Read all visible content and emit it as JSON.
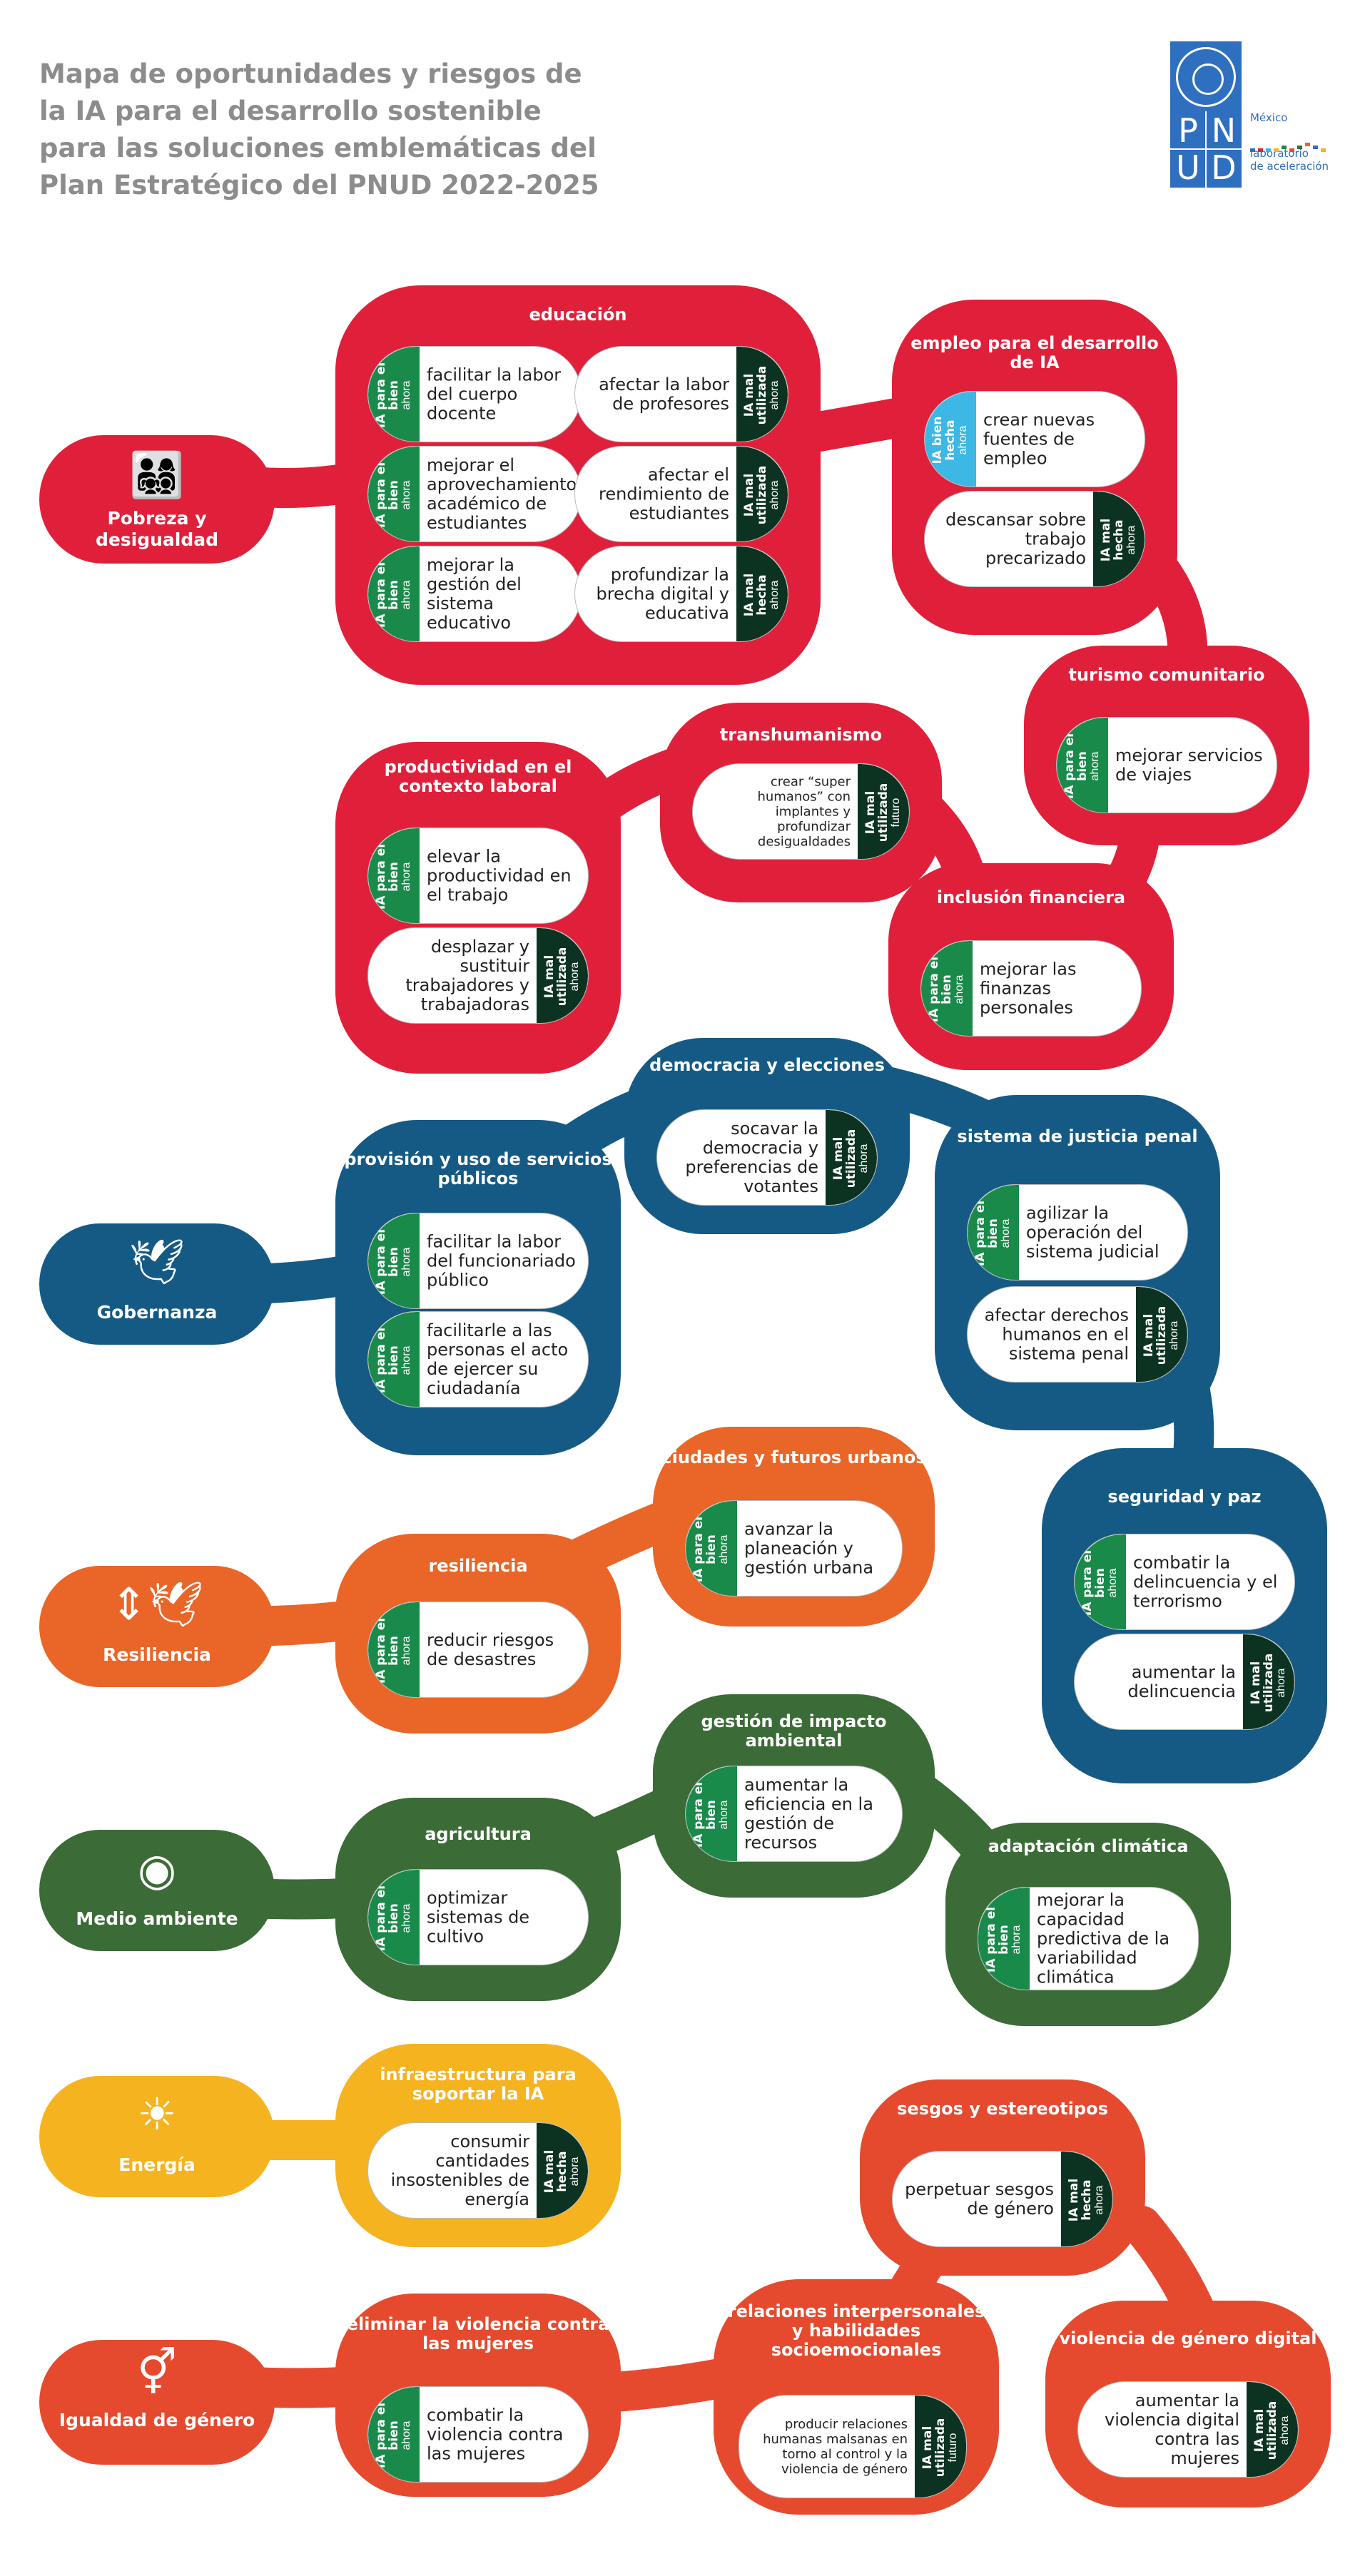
{
  "title": [
    "Mapa de oportunidades y riesgos de",
    "la IA para el desarrollo sostenible",
    "para las soluciones emblemáticas del",
    "Plan Estratégico del PNUD 2022-2025"
  ],
  "logo": {
    "letters": [
      "P",
      "N",
      "U",
      "D"
    ],
    "country": "México",
    "lab": [
      "laboratorio",
      "de aceleración"
    ]
  },
  "colors": {
    "pobreza": "#e0203a",
    "gobernanza": "#155a85",
    "resiliencia": "#e96528",
    "medio": "#3b6b36",
    "energia": "#f6b320",
    "genero": "#e64a2e",
    "good": "#1a8a4a",
    "goodLight": "#3db7e4",
    "bad": "#0c3321"
  },
  "sdgs": {
    "pobreza": {
      "label": "Pobreza y desigualdad",
      "icon": "family-icon"
    },
    "gobernanza": {
      "label": "Gobernanza",
      "icon": "dove-gavel-icon"
    },
    "resiliencia": {
      "label": "Resiliencia",
      "icon": "arrows-dove-icon"
    },
    "medio": {
      "label": "Medio ambiente",
      "icon": "eye-globe-icon"
    },
    "energia": {
      "label": "Energía",
      "icon": "sun-power-icon"
    },
    "genero": {
      "label": "Igualdad de género",
      "icon": "gender-icon"
    }
  },
  "tags": {
    "good": {
      "a": "IA para el bien",
      "b": "ahora"
    },
    "wellDone": {
      "a": "IA bien hecha",
      "b": "ahora"
    },
    "misusedNow": {
      "a": "IA mal utilizada",
      "b": "ahora"
    },
    "misusedFuture": {
      "a": "IA mal utilizada",
      "b": "futuro"
    },
    "badlyDone": {
      "a": "IA mal hecha",
      "b": "ahora"
    }
  },
  "nodes": {
    "educacion": {
      "title": "educación",
      "items": [
        "facilitar la labor del cuerpo docente",
        "afectar la labor de profesores",
        "mejorar el aprovechamiento académico de estudiantes",
        "afectar el rendimiento de estudiantes",
        "mejorar la gestión del sistema educativo",
        "profundizar la brecha digital y educativa"
      ]
    },
    "empleo": {
      "title": "empleo para el desarrollo de IA",
      "items": [
        "crear nuevas fuentes de empleo",
        "descansar sobre trabajo precarizado"
      ]
    },
    "turismo": {
      "title": "turismo comunitario",
      "items": [
        "mejorar servicios de viajes"
      ]
    },
    "transhumanismo": {
      "title": "transhumanismo",
      "items": [
        "crear “super humanos” con implantes y profundizar desigualdades"
      ]
    },
    "productividad": {
      "title": "productividad en el contexto laboral",
      "items": [
        "elevar la productividad en el trabajo",
        "desplazar y sustituir trabajadores y trabajadoras"
      ]
    },
    "inclusion": {
      "title": "inclusión financiera",
      "items": [
        "mejorar las finanzas personales"
      ]
    },
    "democracia": {
      "title": "democracia y elecciones",
      "items": [
        "socavar la democracia y preferencias de votantes"
      ]
    },
    "provision": {
      "title": "provisión y uso de servicios públicos",
      "items": [
        "facilitar la labor del funcionariado público",
        "facilitarle a las personas el acto de ejercer su ciudadanía"
      ]
    },
    "justicia": {
      "title": "sistema de justicia penal",
      "items": [
        "agilizar la operación del sistema judicial",
        "afectar derechos humanos en el sistema penal"
      ]
    },
    "seguridad": {
      "title": "seguridad y paz",
      "items": [
        "combatir la delincuencia y el terrorismo",
        "aumentar la delincuencia"
      ]
    },
    "ciudades": {
      "title": "ciudades y futuros urbanos",
      "items": [
        "avanzar la planeación y gestión urbana"
      ]
    },
    "resiliencia": {
      "title": "resiliencia",
      "items": [
        "reducir riesgos de desastres"
      ]
    },
    "gestion": {
      "title": "gestión de impacto ambiental",
      "items": [
        "aumentar la eficiencia en la gestión de recursos"
      ]
    },
    "agricultura": {
      "title": "agricultura",
      "items": [
        "optimizar sistemas de cultivo"
      ]
    },
    "adaptacion": {
      "title": "adaptación climática",
      "items": [
        "mejorar la capacidad predictiva de la variabilidad climática"
      ]
    },
    "infraestructura": {
      "title": "infraestructura para soportar la IA",
      "items": [
        "consumir cantidades insostenibles de energía"
      ]
    },
    "sesgos": {
      "title": "sesgos y estereotipos",
      "items": [
        "perpetuar sesgos de género"
      ]
    },
    "violenciaMujeres": {
      "title": "eliminar la violencia contra las mujeres",
      "items": [
        "combatir la violencia contra las mujeres"
      ]
    },
    "relaciones": {
      "title": "relaciones interpersonales y habilidades socioemocionales",
      "items": [
        "producir relaciones humanas malsanas en torno al control y la violencia de género"
      ]
    },
    "violenciaDigital": {
      "title": "violencia de género digital",
      "items": [
        "aumentar la violencia digital contra las mujeres"
      ]
    }
  }
}
